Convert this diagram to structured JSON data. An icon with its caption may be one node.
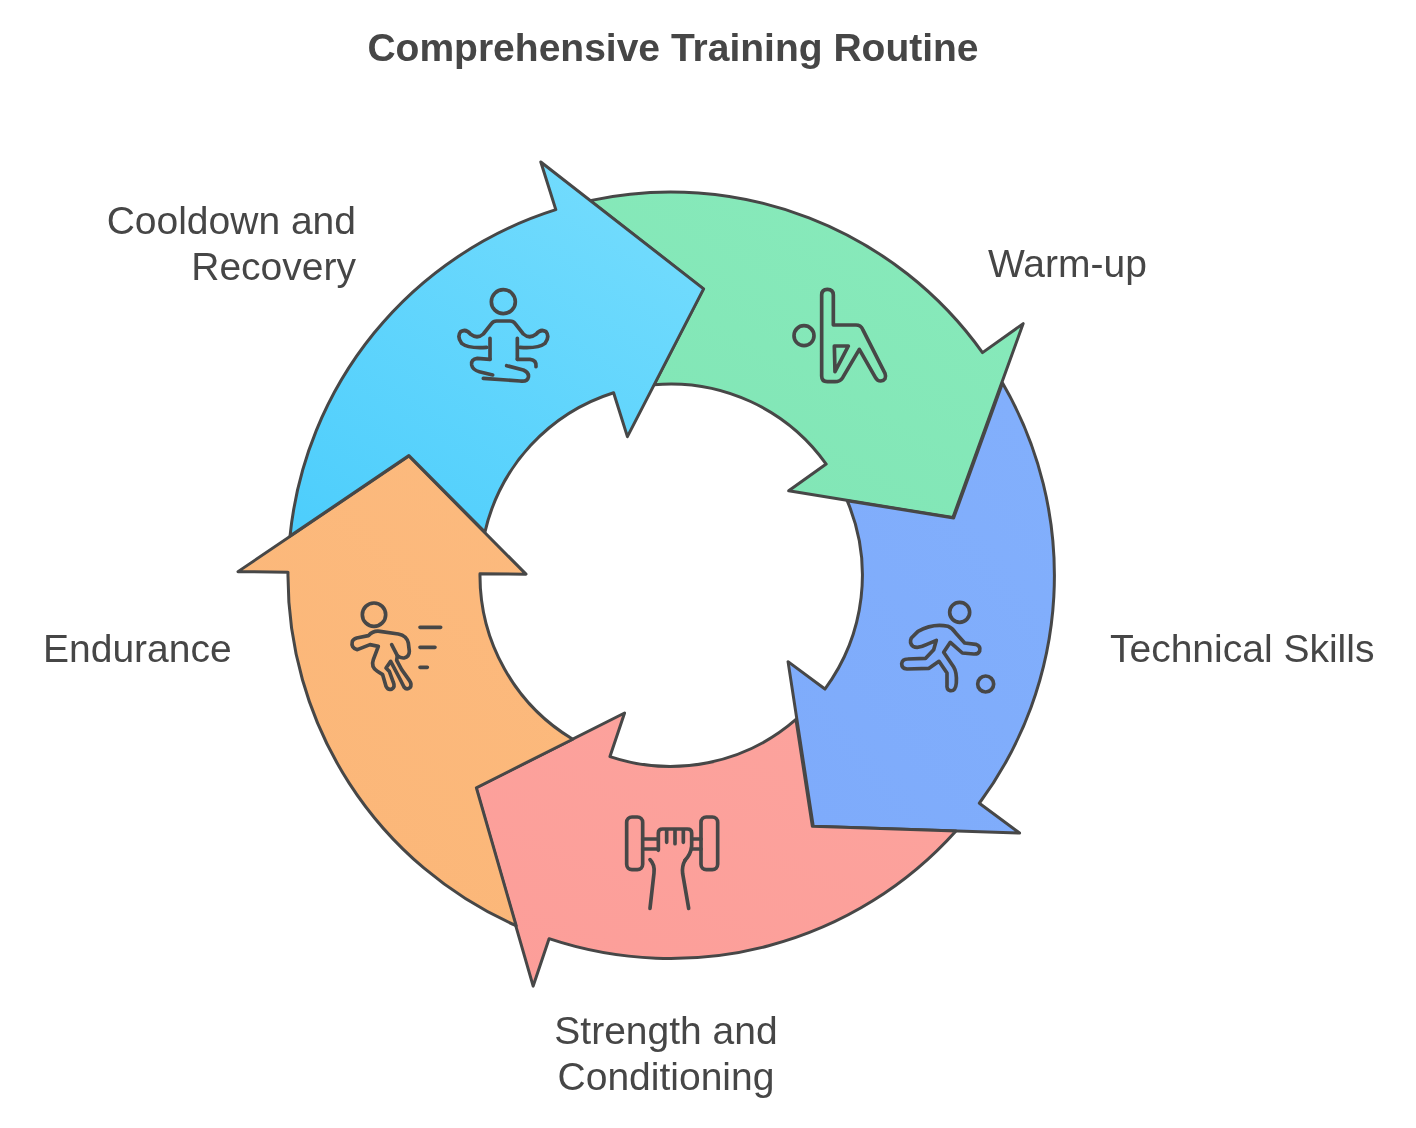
{
  "diagram": {
    "title": "Comprehensive Training Routine",
    "nodes": [
      {
        "text": [
          "Warm-up"
        ]
      },
      {
        "text": [
          "Technical Skills"
        ]
      },
      {
        "text": [
          "Strength and Conditioning"
        ]
      },
      {
        "text": [
          "Endurance"
        ]
      },
      {
        "text": [
          "Cooldown and Recovery"
        ]
      }
    ]
  }
}
